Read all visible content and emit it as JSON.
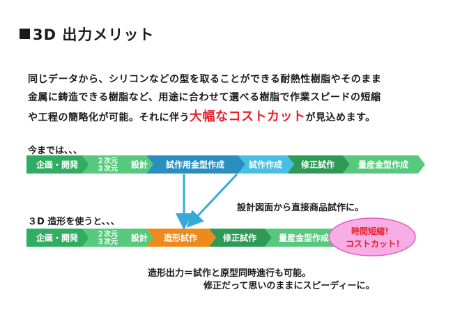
{
  "title": "3D 出力メリット",
  "intro": {
    "line1": "同じデータから、シリコンなどの型を取ることができる耐熱性樹脂やそのまま",
    "line2": "金属に鋳造できる樹脂など、用途に合わせて選べる樹脂で作業スピードの短縮",
    "line3_before": "や工程の簡略化が可能。それに伴う",
    "line3_highlight": "大幅なコストカット",
    "line3_after": "が見込めます。"
  },
  "flow_before": {
    "label": "今までは、、、",
    "steps": [
      {
        "text": "企画・開発",
        "color": "#2fae62"
      },
      {
        "text": "２次元\n３次元",
        "color": "#57c97d"
      },
      {
        "text": "設計",
        "color": "#57c97d"
      },
      {
        "text": "試作用金型作成",
        "color": "#2a8fc0"
      },
      {
        "text": "試作作成",
        "color": "#45c0e4"
      },
      {
        "text": "修正試作",
        "color": "#2e9a56"
      },
      {
        "text": "量産金型作成",
        "color": "#57c97d"
      }
    ]
  },
  "flow_after": {
    "label": "３D 造形を使うと、、、",
    "steps": [
      {
        "text": "企画・開発",
        "color": "#2fae62"
      },
      {
        "text": "２次元\n３次元",
        "color": "#57c97d"
      },
      {
        "text": "設計",
        "color": "#57c97d"
      },
      {
        "text": "造形試作",
        "color": "#ee8a1c"
      },
      {
        "text": "修正試作",
        "color": "#2e9a56"
      },
      {
        "text": "量産金型作成",
        "color": "#57c97d"
      }
    ],
    "badge_line1": "時間短縮！",
    "badge_line2": "コストカット！"
  },
  "note_direct": "設計図面から直接商品試作に。",
  "note_bottom1": "造形出力＝試作と原型同時進行も可能。",
  "note_bottom2": "修正だって思いのままにスピーディーに。",
  "colors": {
    "highlight": "#e8202a",
    "arrow": "#35aad8",
    "badge_fill": "#f7aee6",
    "badge_stroke": "#e85bc4",
    "badge_text": "#e8202a"
  }
}
